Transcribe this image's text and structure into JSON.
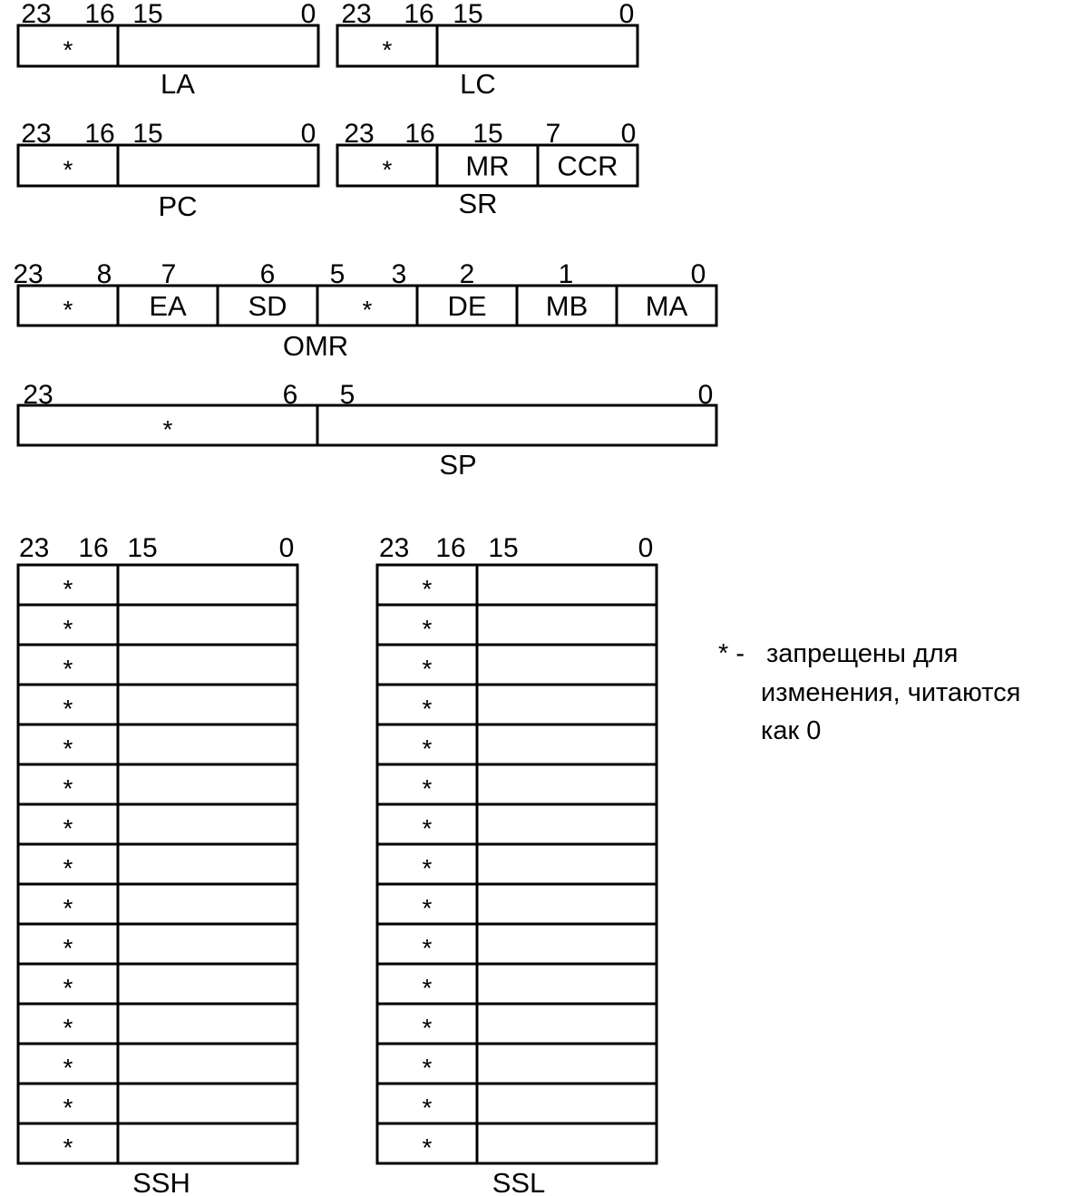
{
  "colors": {
    "line": "#000000",
    "background": "#ffffff",
    "text": "#000000"
  },
  "registers": [
    {
      "id": "la",
      "name": "LA",
      "bits": [
        "23",
        "16",
        "15",
        "0"
      ],
      "fields": [
        "*",
        ""
      ]
    },
    {
      "id": "lc",
      "name": "LC",
      "bits": [
        "23",
        "16",
        "15",
        "0"
      ],
      "fields": [
        "*",
        ""
      ]
    },
    {
      "id": "pc",
      "name": "PC",
      "bits": [
        "23",
        "16",
        "15",
        "0"
      ],
      "fields": [
        "*",
        ""
      ]
    },
    {
      "id": "sr",
      "name": "SR",
      "bits": [
        "23",
        "16",
        "15",
        "7",
        "0"
      ],
      "fields": [
        "*",
        "MR",
        "CCR"
      ]
    },
    {
      "id": "omr",
      "name": "OMR",
      "bits": [
        "23",
        "8",
        "7",
        "6",
        "5",
        "3",
        "2",
        "1",
        "0"
      ],
      "fields": [
        "*",
        "EA",
        "SD",
        "*",
        "DE",
        "MB",
        "MA"
      ]
    },
    {
      "id": "sp",
      "name": "SP",
      "bits": [
        "23",
        "6",
        "5",
        "0"
      ],
      "fields": [
        "*",
        ""
      ]
    }
  ],
  "stacks": [
    {
      "id": "ssh",
      "name": "SSH",
      "bits": [
        "23",
        "16",
        "15",
        "0"
      ],
      "rows": [
        "*",
        "*",
        "*",
        "*",
        "*",
        "*",
        "*",
        "*",
        "*",
        "*",
        "*",
        "*",
        "*",
        "*",
        "*"
      ]
    },
    {
      "id": "ssl",
      "name": "SSL",
      "bits": [
        "23",
        "16",
        "15",
        "0"
      ],
      "rows": [
        "*",
        "*",
        "*",
        "*",
        "*",
        "*",
        "*",
        "*",
        "*",
        "*",
        "*",
        "*",
        "*",
        "*",
        "*"
      ]
    }
  ],
  "legend": {
    "marker": "* -",
    "lines": [
      "запрещены для",
      "изменения, читаются",
      "как 0"
    ]
  }
}
